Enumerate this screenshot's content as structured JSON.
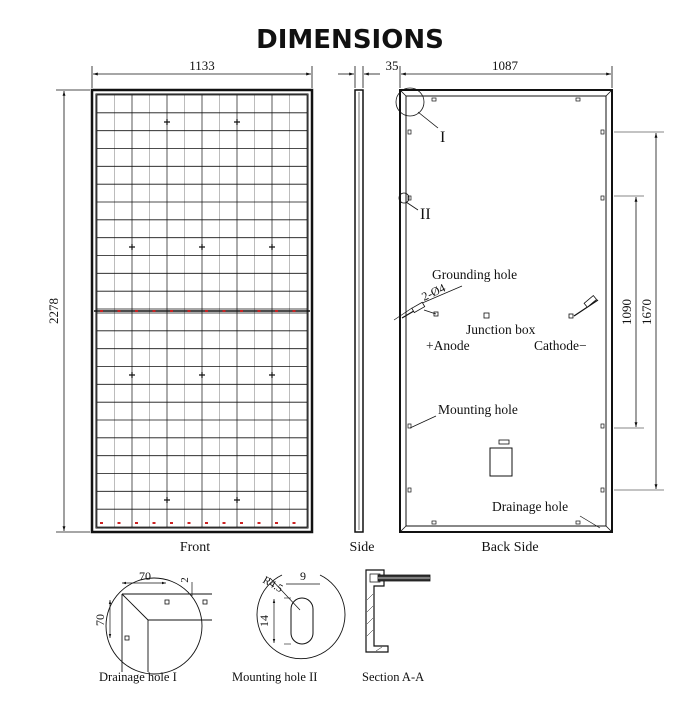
{
  "title": "DIMENSIONS",
  "front": {
    "width_label": "1133",
    "height_label": "2278",
    "caption": "Front"
  },
  "side": {
    "thickness_label": "35",
    "caption": "Side"
  },
  "back": {
    "width_label": "1087",
    "mount_spacing_inner": "1090",
    "mount_spacing_outer": "1670",
    "caption": "Back Side",
    "callout_1": "I",
    "callout_2": "II",
    "grounding_hole": "Grounding hole",
    "grounding_spec": "2-Ø4",
    "junction_box": "Junction box",
    "anode": "+Anode",
    "cathode": "Cathode−",
    "mounting_hole": "Mounting hole",
    "drainage_hole": "Drainage hole"
  },
  "details": {
    "drainage": {
      "caption": "Drainage hole  I",
      "dim_w": "70",
      "dim_h": "70",
      "dim_small": "2"
    },
    "mounting": {
      "caption": "Mounting hole  II",
      "radius": "R4.5",
      "width": "9",
      "length": "14"
    },
    "section": {
      "caption": "Section  A-A"
    }
  },
  "colors": {
    "line": "#111111",
    "accent": "#cc2222",
    "title": "#333333"
  }
}
